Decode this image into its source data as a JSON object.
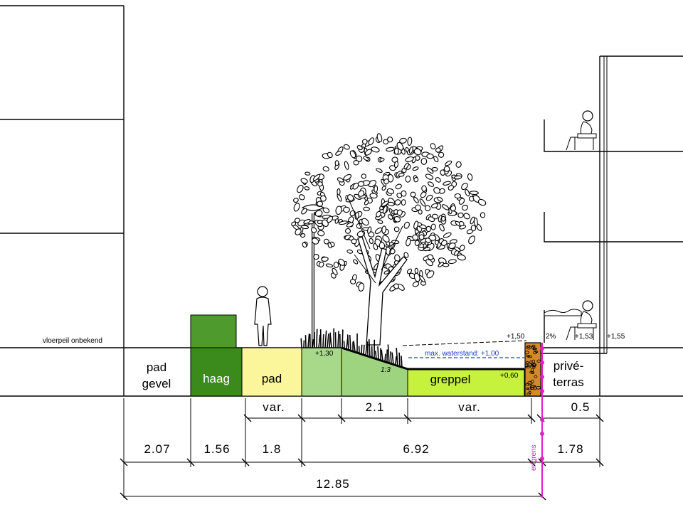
{
  "colors": {
    "haag": "#3a8a1c",
    "haag_top": "#4e9a2c",
    "pad": "#fbf59c",
    "slope_light": "#a8d98a",
    "slope_mid": "#9ed37f",
    "greppel": "#c6f13c",
    "gravel": "#d58a2a",
    "erfgrens": "#e021c8",
    "waterline": "#1a3cd6"
  },
  "labels": {
    "vloerpeil": "vloerpeil onbekend",
    "pad_gevel_1": "pad",
    "pad_gevel_2": "gevel",
    "haag": "haag",
    "pad": "pad",
    "greppel": "greppel",
    "prive_1": "privé-",
    "prive_2": "terras",
    "max_waterstand": "max. waterstand: +1,00",
    "slope": "1:3",
    "level_130": "+1,30",
    "level_150": "+1,50",
    "level_060": "+0,60",
    "pct": "2%",
    "level_153": "+1,53",
    "level_155": "+1,55",
    "erfgrens": "erfgrens"
  },
  "dims_row1": [
    "var.",
    "2.1",
    "var.",
    "0.5"
  ],
  "dims_row2": [
    "2.07",
    "1.56",
    "1.8",
    "6.92",
    "1.78"
  ],
  "dims_total": "12.85"
}
